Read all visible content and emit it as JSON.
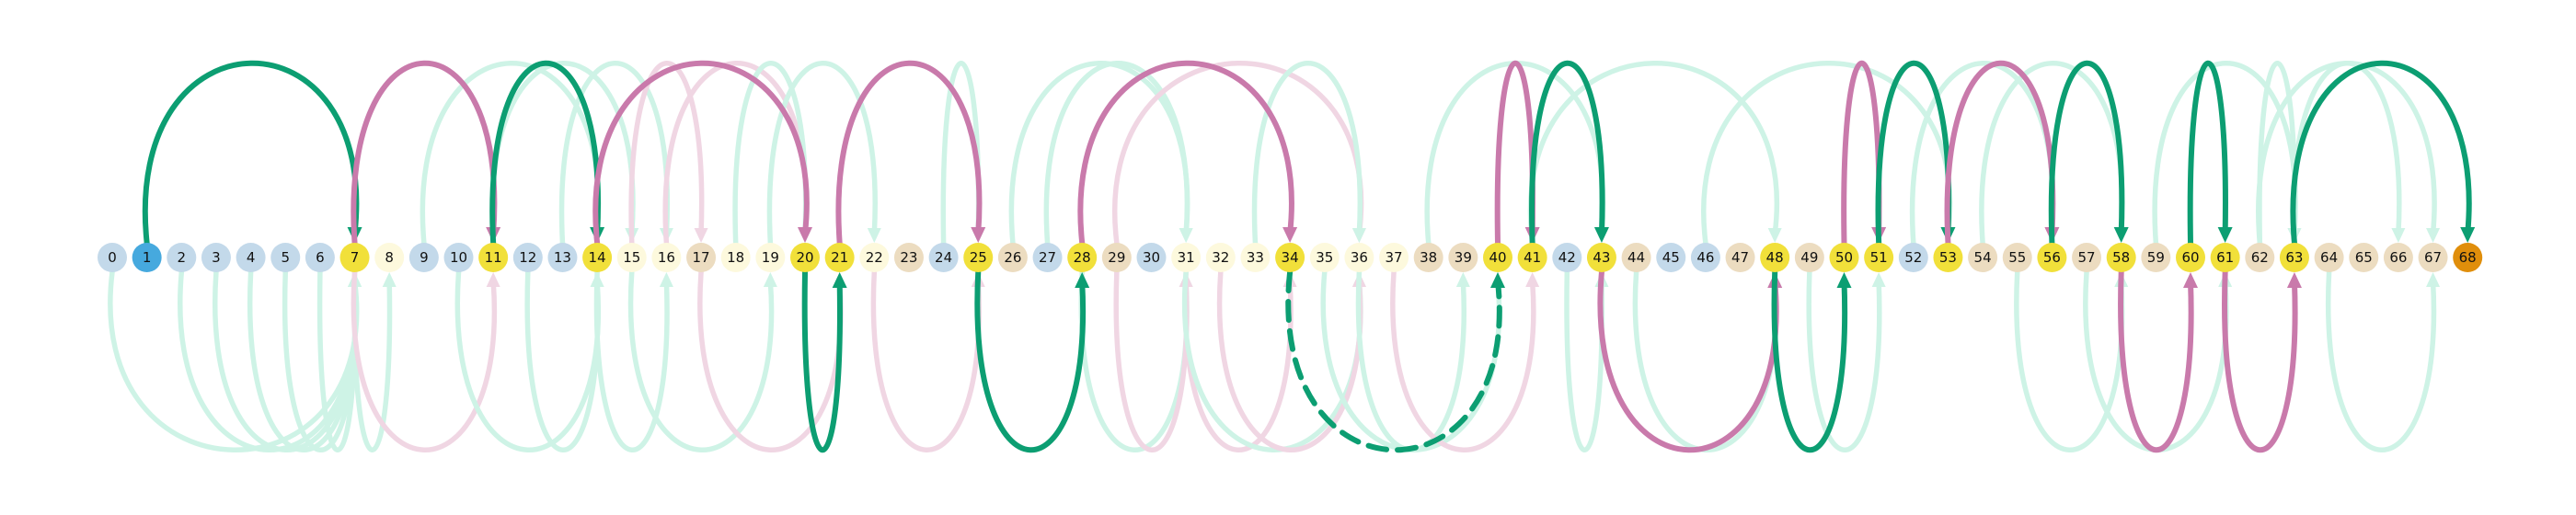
{
  "diagram": {
    "nodes": [
      {
        "label": "0",
        "kind": "blue"
      },
      {
        "label": "1",
        "kind": "start"
      },
      {
        "label": "2",
        "kind": "blue"
      },
      {
        "label": "3",
        "kind": "blue"
      },
      {
        "label": "4",
        "kind": "blue"
      },
      {
        "label": "5",
        "kind": "blue"
      },
      {
        "label": "6",
        "kind": "blue"
      },
      {
        "label": "7",
        "kind": "yellow"
      },
      {
        "label": "8",
        "kind": "cream"
      },
      {
        "label": "9",
        "kind": "blue"
      },
      {
        "label": "10",
        "kind": "blue"
      },
      {
        "label": "11",
        "kind": "yellow"
      },
      {
        "label": "12",
        "kind": "blue"
      },
      {
        "label": "13",
        "kind": "blue"
      },
      {
        "label": "14",
        "kind": "yellow"
      },
      {
        "label": "15",
        "kind": "cream"
      },
      {
        "label": "16",
        "kind": "cream"
      },
      {
        "label": "17",
        "kind": "tan"
      },
      {
        "label": "18",
        "kind": "cream"
      },
      {
        "label": "19",
        "kind": "cream"
      },
      {
        "label": "20",
        "kind": "yellow"
      },
      {
        "label": "21",
        "kind": "yellow"
      },
      {
        "label": "22",
        "kind": "cream"
      },
      {
        "label": "23",
        "kind": "tan"
      },
      {
        "label": "24",
        "kind": "blue"
      },
      {
        "label": "25",
        "kind": "yellow"
      },
      {
        "label": "26",
        "kind": "tan"
      },
      {
        "label": "27",
        "kind": "blue"
      },
      {
        "label": "28",
        "kind": "yellow"
      },
      {
        "label": "29",
        "kind": "tan"
      },
      {
        "label": "30",
        "kind": "blue"
      },
      {
        "label": "31",
        "kind": "cream"
      },
      {
        "label": "32",
        "kind": "cream"
      },
      {
        "label": "33",
        "kind": "cream"
      },
      {
        "label": "34",
        "kind": "yellow"
      },
      {
        "label": "35",
        "kind": "cream"
      },
      {
        "label": "36",
        "kind": "cream"
      },
      {
        "label": "37",
        "kind": "cream"
      },
      {
        "label": "38",
        "kind": "tan"
      },
      {
        "label": "39",
        "kind": "tan"
      },
      {
        "label": "40",
        "kind": "yellow"
      },
      {
        "label": "41",
        "kind": "yellow"
      },
      {
        "label": "42",
        "kind": "blue"
      },
      {
        "label": "43",
        "kind": "yellow"
      },
      {
        "label": "44",
        "kind": "tan"
      },
      {
        "label": "45",
        "kind": "blue"
      },
      {
        "label": "46",
        "kind": "blue"
      },
      {
        "label": "47",
        "kind": "tan"
      },
      {
        "label": "48",
        "kind": "yellow"
      },
      {
        "label": "49",
        "kind": "tan"
      },
      {
        "label": "50",
        "kind": "yellow"
      },
      {
        "label": "51",
        "kind": "yellow"
      },
      {
        "label": "52",
        "kind": "blue"
      },
      {
        "label": "53",
        "kind": "yellow"
      },
      {
        "label": "54",
        "kind": "tan"
      },
      {
        "label": "55",
        "kind": "tan"
      },
      {
        "label": "56",
        "kind": "yellow"
      },
      {
        "label": "57",
        "kind": "tan"
      },
      {
        "label": "58",
        "kind": "yellow"
      },
      {
        "label": "59",
        "kind": "tan"
      },
      {
        "label": "60",
        "kind": "yellow"
      },
      {
        "label": "61",
        "kind": "yellow"
      },
      {
        "label": "62",
        "kind": "tan"
      },
      {
        "label": "63",
        "kind": "yellow"
      },
      {
        "label": "64",
        "kind": "tan"
      },
      {
        "label": "65",
        "kind": "tan"
      },
      {
        "label": "66",
        "kind": "tan"
      },
      {
        "label": "67",
        "kind": "tan"
      },
      {
        "label": "68",
        "kind": "end"
      }
    ],
    "colors": {
      "blue": "#c3d9ea",
      "start": "#46a9de",
      "yellow": "#f1e03a",
      "cream": "#fdf9dd",
      "tan": "#ecdcc0",
      "end": "#e08e0b",
      "green": "#0c9e72",
      "pink": "#c97aab",
      "green_faint": "#cef3e6",
      "pink_faint": "#f0d6e3"
    },
    "edges": [
      {
        "from": 0,
        "to": 7,
        "color": "green_faint",
        "side": "below"
      },
      {
        "from": 2,
        "to": 7,
        "color": "green_faint",
        "side": "below"
      },
      {
        "from": 3,
        "to": 7,
        "color": "green_faint",
        "side": "below"
      },
      {
        "from": 4,
        "to": 7,
        "color": "green_faint",
        "side": "below"
      },
      {
        "from": 5,
        "to": 7,
        "color": "green_faint",
        "side": "below"
      },
      {
        "from": 6,
        "to": 7,
        "color": "green_faint",
        "side": "below"
      },
      {
        "from": 7,
        "to": 8,
        "color": "green_faint",
        "side": "below"
      },
      {
        "from": 7,
        "to": 11,
        "color": "pink_faint",
        "side": "below"
      },
      {
        "from": 9,
        "to": 14,
        "color": "green_faint",
        "side": "above"
      },
      {
        "from": 10,
        "to": 14,
        "color": "green_faint",
        "side": "below"
      },
      {
        "from": 11,
        "to": 15,
        "color": "green_faint",
        "side": "above"
      },
      {
        "from": 12,
        "to": 14,
        "color": "green_faint",
        "side": "below"
      },
      {
        "from": 13,
        "to": 16,
        "color": "green_faint",
        "side": "above"
      },
      {
        "from": 14,
        "to": 16,
        "color": "green_faint",
        "side": "below"
      },
      {
        "from": 15,
        "to": 17,
        "color": "pink_faint",
        "side": "above"
      },
      {
        "from": 15,
        "to": 19,
        "color": "green_faint",
        "side": "below"
      },
      {
        "from": 16,
        "to": 20,
        "color": "pink_faint",
        "side": "above"
      },
      {
        "from": 17,
        "to": 21,
        "color": "pink_faint",
        "side": "below"
      },
      {
        "from": 18,
        "to": 20,
        "color": "green_faint",
        "side": "above"
      },
      {
        "from": 19,
        "to": 22,
        "color": "green_faint",
        "side": "above"
      },
      {
        "from": 22,
        "to": 25,
        "color": "pink_faint",
        "side": "below"
      },
      {
        "from": 24,
        "to": 25,
        "color": "green_faint",
        "side": "above"
      },
      {
        "from": 25,
        "to": 28,
        "color": "green_faint",
        "side": "below"
      },
      {
        "from": 26,
        "to": 31,
        "color": "green_faint",
        "side": "above"
      },
      {
        "from": 27,
        "to": 31,
        "color": "green_faint",
        "side": "above"
      },
      {
        "from": 28,
        "to": 31,
        "color": "green_faint",
        "side": "below"
      },
      {
        "from": 29,
        "to": 36,
        "color": "pink_faint",
        "side": "above"
      },
      {
        "from": 29,
        "to": 31,
        "color": "pink_faint",
        "side": "below"
      },
      {
        "from": 31,
        "to": 34,
        "color": "pink_faint",
        "side": "below"
      },
      {
        "from": 31,
        "to": 36,
        "color": "green_faint",
        "side": "below"
      },
      {
        "from": 32,
        "to": 36,
        "color": "pink_faint",
        "side": "below"
      },
      {
        "from": 33,
        "to": 36,
        "color": "green_faint",
        "side": "above"
      },
      {
        "from": 35,
        "to": 40,
        "color": "green_faint",
        "side": "below"
      },
      {
        "from": 36,
        "to": 39,
        "color": "green_faint",
        "side": "below"
      },
      {
        "from": 37,
        "to": 41,
        "color": "pink_faint",
        "side": "below"
      },
      {
        "from": 38,
        "to": 43,
        "color": "green_faint",
        "side": "above"
      },
      {
        "from": 41,
        "to": 48,
        "color": "green_faint",
        "side": "above"
      },
      {
        "from": 42,
        "to": 43,
        "color": "green_faint",
        "side": "below"
      },
      {
        "from": 44,
        "to": 48,
        "color": "green_faint",
        "side": "below"
      },
      {
        "from": 46,
        "to": 53,
        "color": "green_faint",
        "side": "above"
      },
      {
        "from": 49,
        "to": 51,
        "color": "green_faint",
        "side": "below"
      },
      {
        "from": 52,
        "to": 56,
        "color": "green_faint",
        "side": "above"
      },
      {
        "from": 54,
        "to": 58,
        "color": "green_faint",
        "side": "above"
      },
      {
        "from": 55,
        "to": 58,
        "color": "green_faint",
        "side": "below"
      },
      {
        "from": 57,
        "to": 61,
        "color": "green_faint",
        "side": "below"
      },
      {
        "from": 59,
        "to": 63,
        "color": "green_faint",
        "side": "above"
      },
      {
        "from": 62,
        "to": 63,
        "color": "green_faint",
        "side": "above"
      },
      {
        "from": 62,
        "to": 67,
        "color": "green_faint",
        "side": "above"
      },
      {
        "from": 63,
        "to": 66,
        "color": "green_faint",
        "side": "above"
      },
      {
        "from": 64,
        "to": 67,
        "color": "green_faint",
        "side": "below"
      },
      {
        "from": 1,
        "to": 7,
        "color": "green",
        "side": "above"
      },
      {
        "from": 7,
        "to": 11,
        "color": "pink",
        "side": "above"
      },
      {
        "from": 11,
        "to": 14,
        "color": "green",
        "side": "above"
      },
      {
        "from": 14,
        "to": 20,
        "color": "pink",
        "side": "above"
      },
      {
        "from": 20,
        "to": 21,
        "color": "green",
        "side": "below"
      },
      {
        "from": 21,
        "to": 25,
        "color": "pink",
        "side": "above"
      },
      {
        "from": 25,
        "to": 28,
        "color": "green",
        "side": "below"
      },
      {
        "from": 28,
        "to": 34,
        "color": "pink",
        "side": "above"
      },
      {
        "from": 34,
        "to": 40,
        "color": "green",
        "side": "below",
        "dashed": true
      },
      {
        "from": 40,
        "to": 41,
        "color": "pink",
        "side": "above"
      },
      {
        "from": 41,
        "to": 43,
        "color": "green",
        "side": "above"
      },
      {
        "from": 43,
        "to": 48,
        "color": "pink",
        "side": "below"
      },
      {
        "from": 48,
        "to": 50,
        "color": "green",
        "side": "below"
      },
      {
        "from": 50,
        "to": 51,
        "color": "pink",
        "side": "above"
      },
      {
        "from": 51,
        "to": 53,
        "color": "green",
        "side": "above"
      },
      {
        "from": 53,
        "to": 56,
        "color": "pink",
        "side": "above"
      },
      {
        "from": 56,
        "to": 58,
        "color": "green",
        "side": "above"
      },
      {
        "from": 58,
        "to": 60,
        "color": "pink",
        "side": "below"
      },
      {
        "from": 60,
        "to": 61,
        "color": "green",
        "side": "above"
      },
      {
        "from": 61,
        "to": 63,
        "color": "pink",
        "side": "below"
      },
      {
        "from": 63,
        "to": 68,
        "color": "green",
        "side": "above"
      }
    ]
  }
}
